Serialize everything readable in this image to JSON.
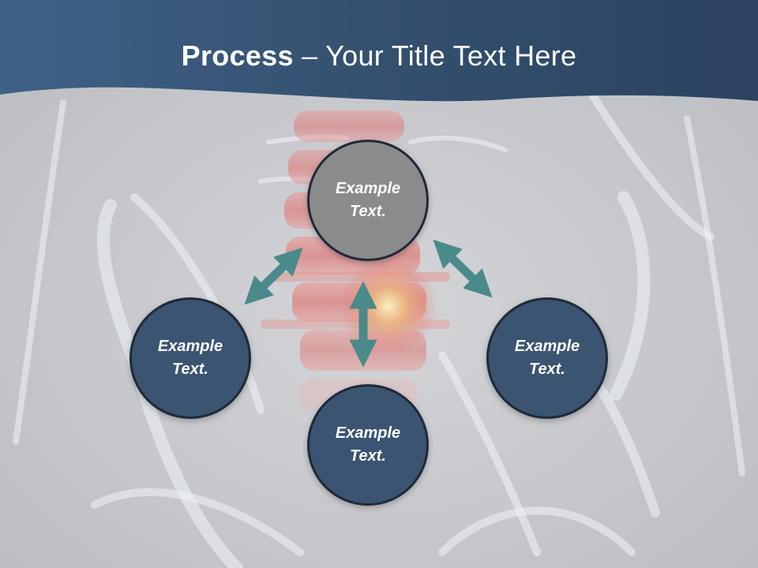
{
  "title": {
    "bold": "Process",
    "rest": " – Your Title Text Here"
  },
  "nodes": {
    "top": {
      "line1": "Example",
      "line2": "Text."
    },
    "left": {
      "line1": "Example",
      "line2": "Text."
    },
    "right": {
      "line1": "Example",
      "line2": "Text."
    },
    "bottom": {
      "line1": "Example",
      "line2": "Text."
    }
  },
  "colors": {
    "header": "#3b5878",
    "node_active": "#8b8b8b",
    "node": "#3a5472",
    "arrow": "#4a8a8a"
  }
}
